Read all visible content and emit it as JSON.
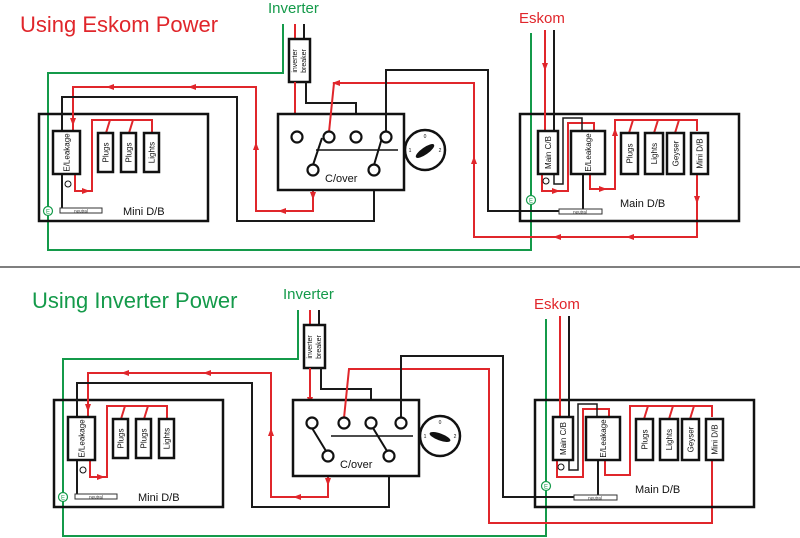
{
  "colors": {
    "live": "#e0262b",
    "neutral": "#1a1a1a",
    "earth": "#149a4a",
    "eskom_title": "#e0262b",
    "inverter_title": "#149a4a"
  },
  "diagrams": [
    {
      "title": "Using Eskom Power",
      "mode": "eskom",
      "inverter_label": "Inverter",
      "eskom_label": "Eskom",
      "inverter_breaker": [
        "inverter",
        "breaker"
      ],
      "mini_db": {
        "label": "Mini D/B",
        "breakers": [
          "E/Leakage",
          "Plugs",
          "Plugs",
          "Lights"
        ],
        "neutral": "neutral",
        "earth": "E"
      },
      "changeover": {
        "label": "C/over",
        "dial": [
          "0",
          "1",
          "2"
        ]
      },
      "main_db": {
        "label": "Main D/B",
        "breakers": [
          "Main C/B",
          "E/Leakage",
          "Plugs",
          "Lights",
          "Geyser",
          "Mini D/B"
        ],
        "neutral": "neutral",
        "earth": "E"
      }
    },
    {
      "title": "Using Inverter Power",
      "mode": "inverter",
      "inverter_label": "Inverter",
      "eskom_label": "Eskom",
      "inverter_breaker": [
        "inverter",
        "breaker"
      ],
      "mini_db": {
        "label": "Mini D/B",
        "breakers": [
          "E/Leakage",
          "Plugs",
          "Plugs",
          "Lights"
        ],
        "neutral": "neutral",
        "earth": "E"
      },
      "changeover": {
        "label": "C/over",
        "dial": [
          "0",
          "1",
          "2"
        ]
      },
      "main_db": {
        "label": "Main D/B",
        "breakers": [
          "Main C/B",
          "E/Leakage",
          "Plugs",
          "Lights",
          "Geyser",
          "Mini D/B"
        ],
        "neutral": "neutral",
        "earth": "E"
      }
    }
  ]
}
